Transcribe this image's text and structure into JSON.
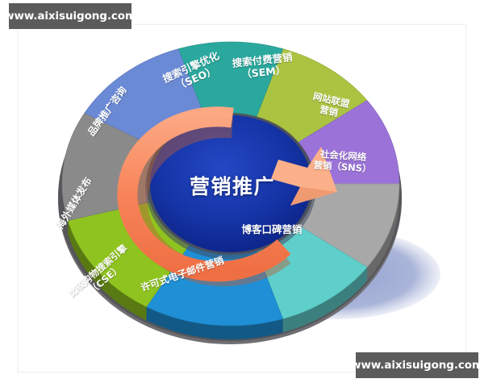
{
  "watermarks": {
    "top_left": "www.aixisuigong.com",
    "bottom_right": "www.aixisuigong.com"
  },
  "diagram": {
    "center_label": "营销推广",
    "center_color": "#1433a0",
    "arrow_color": "#f58a5e",
    "shadow_color": "#8d9bc8",
    "rim_color": "#6a6a6a"
  },
  "chart_data": {
    "type": "pie",
    "title": "营销推广",
    "xlabel": "",
    "ylabel": "",
    "legend_position": "on-slice",
    "grid": false,
    "categories": [
      "搜索引擎优化\n（SEO）",
      "搜索付费营销\n（SEM）",
      "网站联盟\n营销",
      "社会化网络\n营销（SNS）",
      "博客口碑营销",
      "许可式电子邮件营销",
      "比较购物搜索引擎\n（CSE）",
      "海外媒体发布",
      "品牌推广咨询"
    ],
    "values": [
      11.1,
      11.1,
      11.1,
      11.1,
      11.1,
      11.1,
      11.1,
      11.1,
      11.1
    ],
    "colors": [
      "#aac441",
      "#9b73d8",
      "#a8a8a8",
      "#5fcfcb",
      "#1f8fd6",
      "#8fc31f",
      "#8a8a8a",
      "#6b8ad6",
      "#2ba89e"
    ],
    "slices": [
      {
        "label": "搜索引擎优化\n（SEO）",
        "color": "#aac441",
        "value": 11.1,
        "start_angle": -72,
        "end_angle": -36,
        "label_x": 240,
        "label_y": 92,
        "rotate": -24,
        "font_size": 12.5
      },
      {
        "label": "搜索付费营销\n（SEM）",
        "color": "#9b73d8",
        "value": 11.1,
        "start_angle": -36,
        "end_angle": 0,
        "label_x": 326,
        "label_y": 84,
        "rotate": -6,
        "font_size": 12.5
      },
      {
        "label": "网站联盟\n营销",
        "color": "#a8a8a8",
        "value": 11.1,
        "start_angle": 0,
        "end_angle": 36,
        "label_x": 409,
        "label_y": 134,
        "rotate": 13,
        "font_size": 11.5
      },
      {
        "label": "社会化网络\n营销（SNS）",
        "color": "#5fcfcb",
        "value": 11.1,
        "start_angle": 36,
        "end_angle": 72,
        "label_x": 425,
        "label_y": 203,
        "rotate": 4,
        "font_size": 11.5
      },
      {
        "label": "博客口碑营销",
        "color": "#1f8fd6",
        "value": 11.1,
        "start_angle": 72,
        "end_angle": 120,
        "label_x": 337,
        "label_y": 294,
        "rotate": 0,
        "font_size": 12.5
      },
      {
        "label": "许可式电子邮件营销",
        "color": "#8fc31f",
        "value": 11.1,
        "start_angle": 120,
        "end_angle": 165,
        "label_x": 226,
        "label_y": 349,
        "rotate": -19,
        "font_size": 12
      },
      {
        "label": "比较购物搜索引擎\n（CSE）",
        "color": "#8a8a8a",
        "value": 11.1,
        "start_angle": 165,
        "end_angle": 210,
        "label_x": 126,
        "label_y": 344,
        "rotate": -41,
        "font_size": 11.5
      },
      {
        "label": "海外媒体发布",
        "color": "#6b8ad6",
        "value": 11.1,
        "start_angle": 210,
        "end_angle": 252,
        "label_x": 92,
        "label_y": 261,
        "rotate": -59,
        "font_size": 12
      },
      {
        "label": "品牌推广咨询",
        "color": "#2ba89e",
        "value": 11.1,
        "start_angle": 252,
        "end_angle": 288,
        "label_x": 133,
        "label_y": 147,
        "rotate": -54,
        "font_size": 12
      }
    ]
  }
}
